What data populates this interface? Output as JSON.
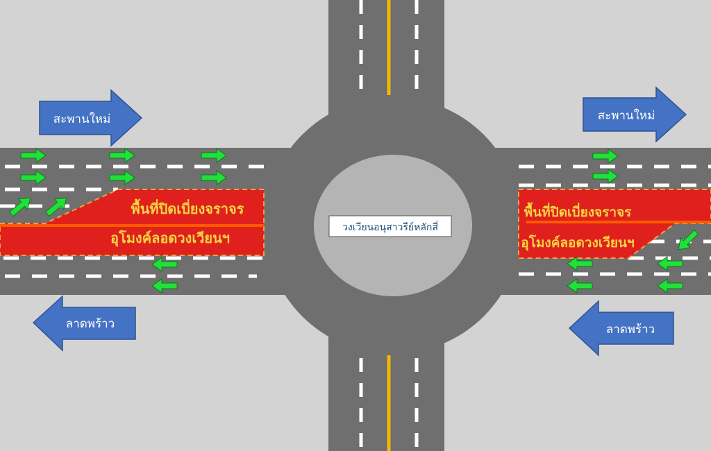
{
  "colors": {
    "background": "#d3d3d3",
    "road": "#6f6f6f",
    "island": "#b4b4b4",
    "closure": "#e0201c",
    "closure_line": "#ff5a00",
    "closure_text": "#f5d442",
    "direction_arrow": "#4472c4",
    "flow_arrow": "#22e03a",
    "center_line": "#f2b800"
  },
  "center_label": "วงเวียนอนุสาวรีย์หลักสี่",
  "left": {
    "to_label": "สะพานใหม่",
    "from_label": "ลาดพร้าว",
    "closure_line1": "พื้นที่ปิดเบี่ยงจราจร",
    "closure_line2": "อุโมงค์ลอดวงเวียนฯ"
  },
  "right": {
    "to_label": "สะพานใหม่",
    "from_label": "ลาดพร้าว",
    "closure_line1": "พื้นที่ปิดเบี่ยงจราจร",
    "closure_line2": "อุโมงค์ลอดวงเวียนฯ"
  }
}
